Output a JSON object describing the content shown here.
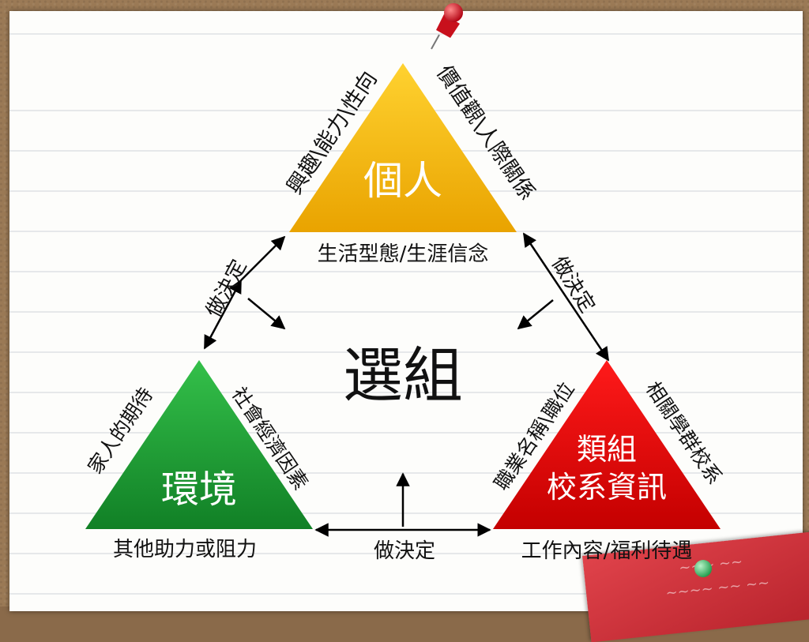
{
  "center": "選組",
  "nodes": {
    "personal": {
      "label": "個人",
      "left_side": "興趣\\能力\\性向",
      "right_side": "價值觀\\人際關係",
      "bottom": "生活型態/生涯信念",
      "color": "#f5b400"
    },
    "environment": {
      "label": "環境",
      "left_side": "家人的期待",
      "right_side": "社會經濟因素",
      "bottom": "其他助力或阻力",
      "color": "#1e9a34"
    },
    "subject": {
      "label_line1": "類組",
      "label_line2": "校系資訊",
      "left_side": "職業名稱\\職位",
      "right_side": "相關學群校系",
      "bottom": "工作內容/福利待遇",
      "color": "#e00000"
    }
  },
  "edges": {
    "left": "做決定",
    "right": "做決定",
    "bottom": "做決定"
  }
}
